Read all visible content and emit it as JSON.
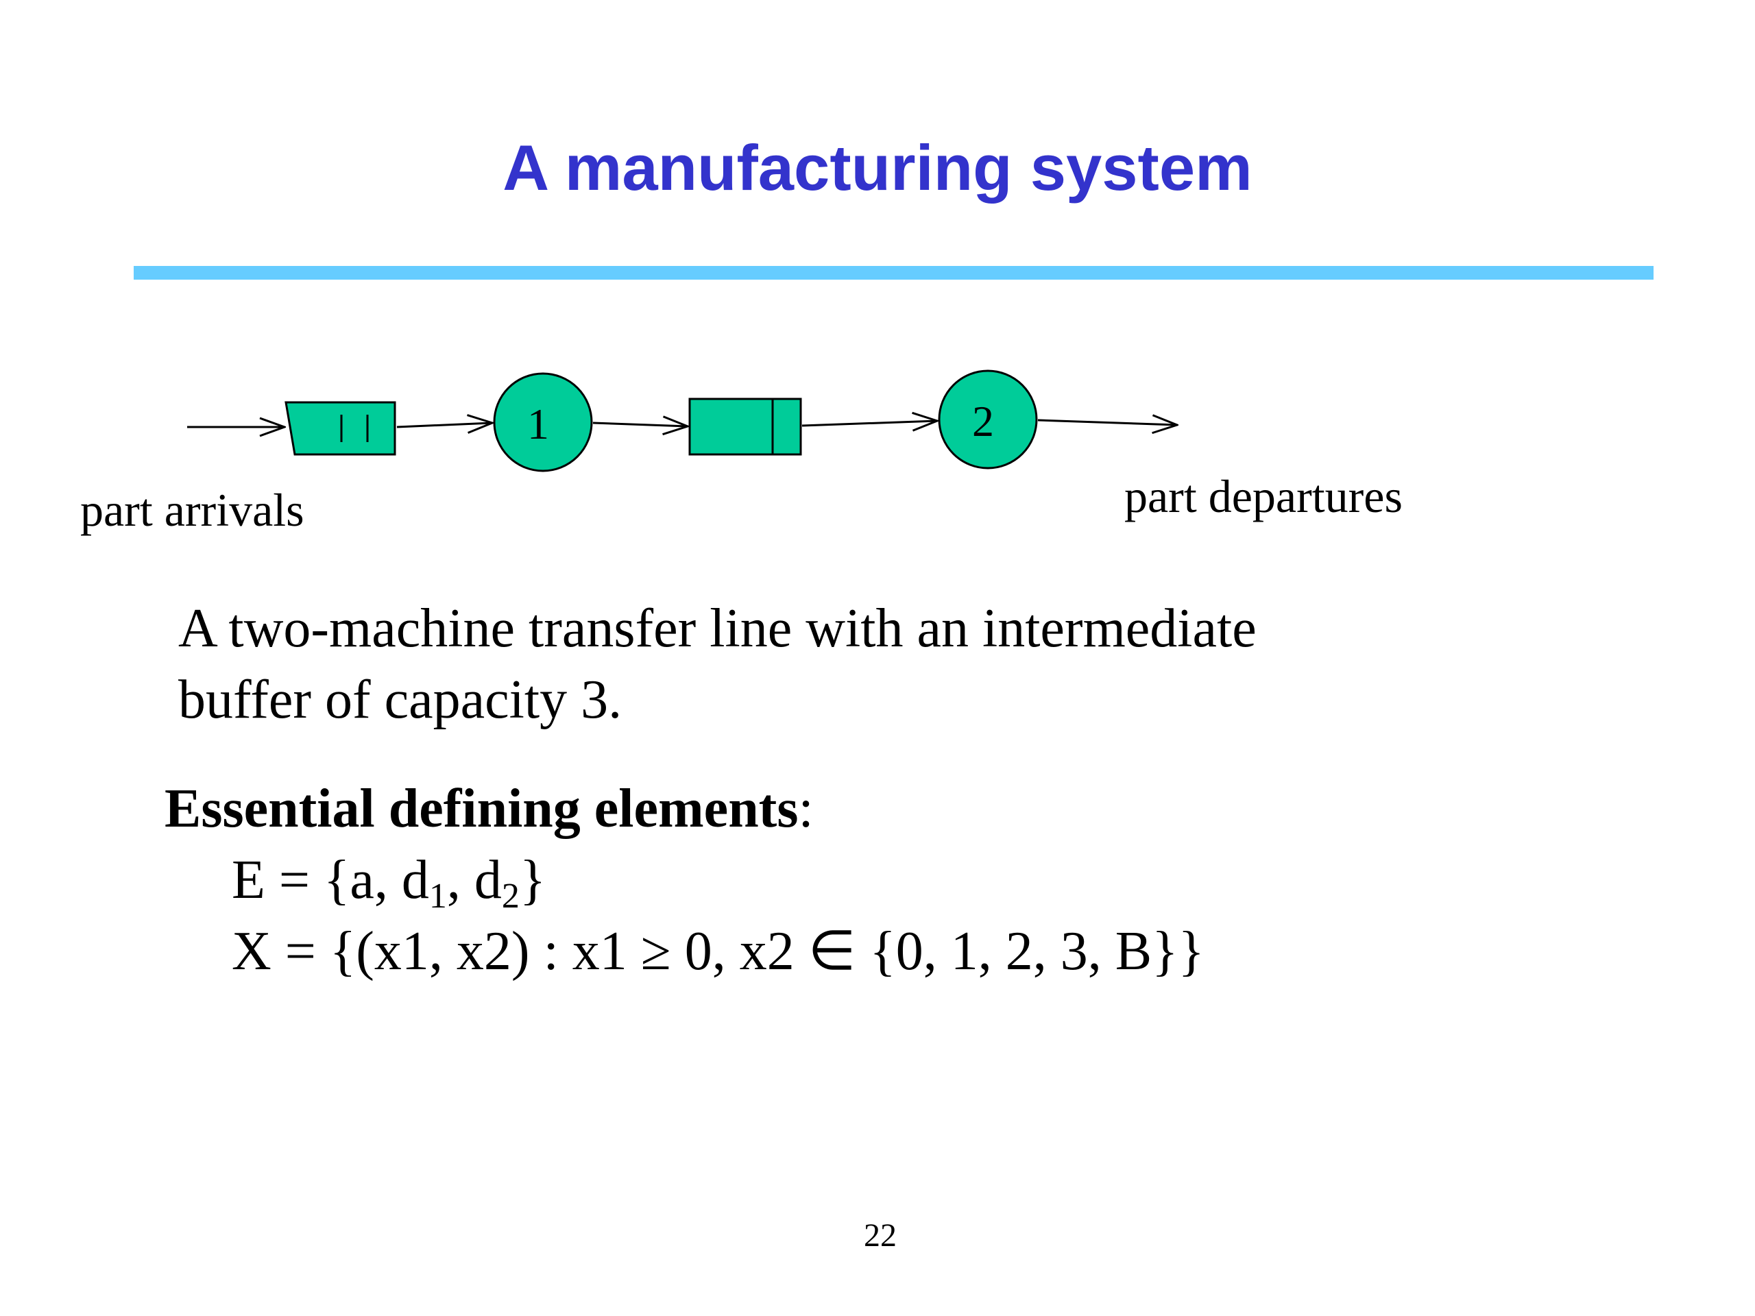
{
  "title": "A manufacturing system",
  "diagram": {
    "machine_1_label": "1",
    "machine_2_label": "2",
    "arrivals_label": "part arrivals",
    "departures_label": "part departures",
    "node_color": "#00cc99"
  },
  "description": {
    "line1": "A two-machine transfer line with an intermediate",
    "line2": "buffer of capacity 3."
  },
  "elements": {
    "heading": "Essential defining elements",
    "colon": ":",
    "event_set": {
      "prefix": "E = {a, d",
      "sub1": "1",
      "middle": ", d",
      "sub2": "2",
      "suffix": "}"
    },
    "state_space": "X = {(x1, x2) : x1 ≥ 0, x2 ∈ {0, 1, 2, 3, B}}"
  },
  "page_number": "22",
  "colors": {
    "title": "#3333cc",
    "rule": "#66ccff"
  }
}
